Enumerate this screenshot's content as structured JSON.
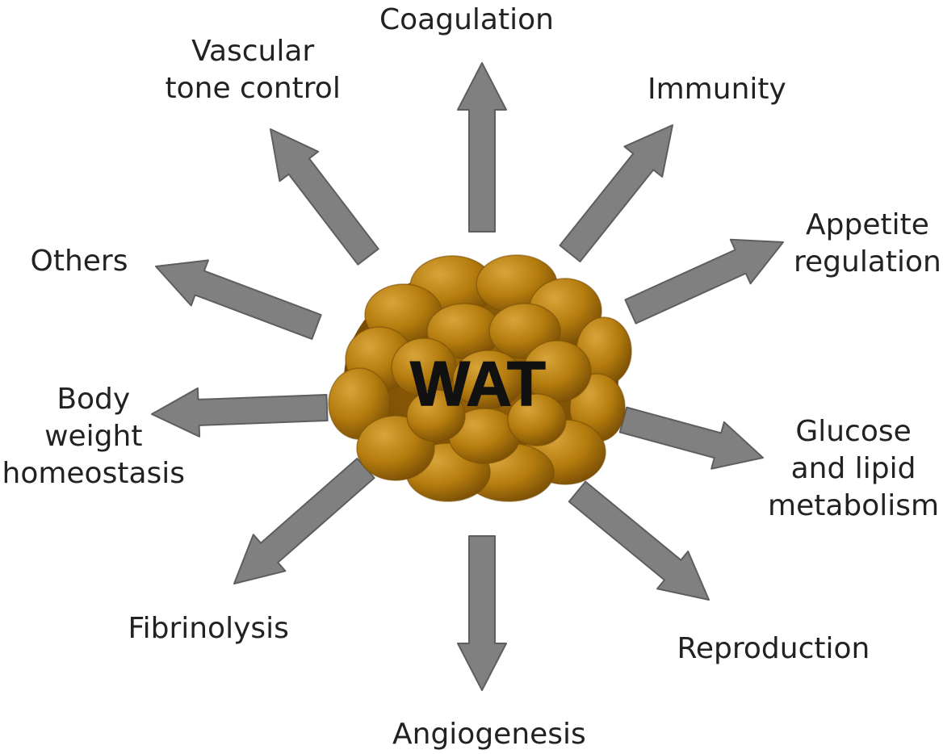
{
  "center": {
    "label": "WAT"
  },
  "colors": {
    "arrow": "#808080",
    "arrow_edge": "#5e5e5e",
    "blob_light": "#d8a43a",
    "blob_mid": "#b57d0e",
    "blob_dark": "#7a4f06",
    "text": "#222222"
  },
  "functions": [
    {
      "id": "coagulation",
      "lines": [
        "Coagulation"
      ]
    },
    {
      "id": "immunity",
      "lines": [
        "Immunity"
      ]
    },
    {
      "id": "appetite",
      "lines": [
        "Appetite",
        "regulation"
      ]
    },
    {
      "id": "glucose",
      "lines": [
        "Glucose",
        "and lipid",
        "metabolism"
      ]
    },
    {
      "id": "reproduction",
      "lines": [
        "Reproduction"
      ]
    },
    {
      "id": "angiogenesis",
      "lines": [
        "Angiogenesis"
      ]
    },
    {
      "id": "fibrinolysis",
      "lines": [
        "Fibrinolysis"
      ]
    },
    {
      "id": "bodyweight",
      "lines": [
        "Body",
        "weight",
        "homeostasis"
      ]
    },
    {
      "id": "others",
      "lines": [
        "Others"
      ]
    },
    {
      "id": "vascular",
      "lines": [
        "Vascular",
        "tone control"
      ]
    }
  ]
}
